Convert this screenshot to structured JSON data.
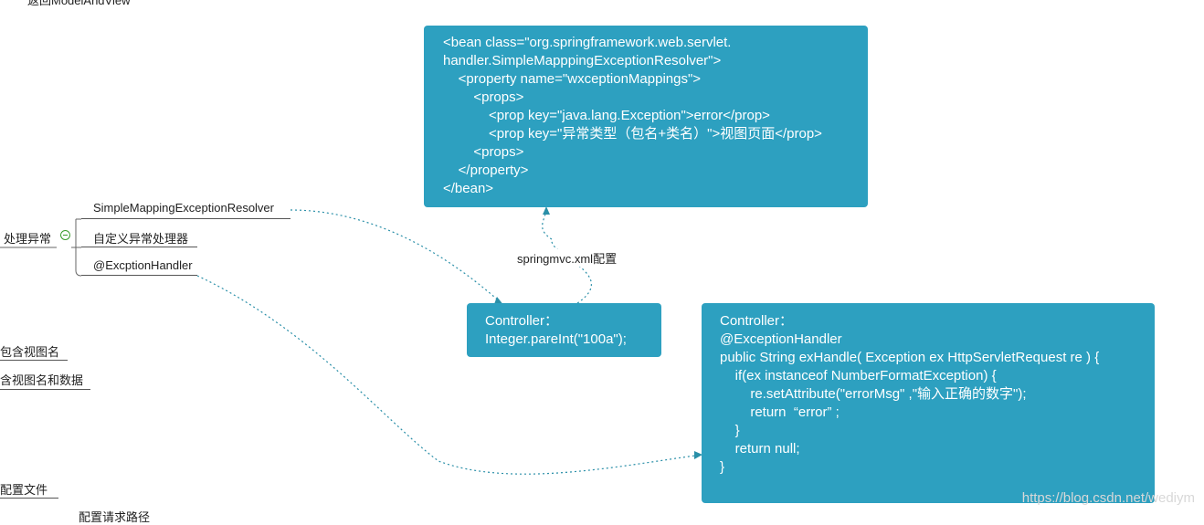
{
  "mindmap": {
    "top_partial": "返回ModelAndView",
    "root": {
      "label": "处理异常"
    },
    "branches": [
      {
        "label": "SimpleMappingExceptionResolver"
      },
      {
        "label": "自定义异常处理器"
      },
      {
        "label": "@ExcptionHandler"
      }
    ],
    "left_items": [
      {
        "label": "包含视图名"
      },
      {
        "label": "含视图名和数据"
      },
      {
        "label": "配置文件"
      },
      {
        "label": "配置请求路径"
      }
    ]
  },
  "boxes": {
    "xml_config": "<bean class=\"org.springframework.web.servlet.\nhandler.SimpleMapppingExceptionResolver\">\n    <property name=\"wxceptionMappings\">\n        <props>\n            <prop key=\"java.lang.Exception\">error</prop>\n            <prop key=\"异常类型（包名+类名）\">视图页面</prop>\n        <props>\n    </property>\n</bean>",
    "controller_simple": "Controller：\nInteger.pareInt(\"100a\");",
    "controller_handler": "Controller：\n@ExceptionHandler\npublic String exHandle( Exception ex HttpServletRequest re ) {\n    if(ex instanceof NumberFormatException) {\n        re.setAttribute(\"errorMsg\" ,\"输入正确的数字\");\n        return  “error” ;\n    }\n    return null;\n}"
  },
  "edge_label": "springmvc.xml配置",
  "watermark": "https://blog.csdn.net/wediym",
  "colors": {
    "box": "#2da0c0",
    "connector": "#2a8fa8",
    "collapse": "#3a9c2b"
  }
}
